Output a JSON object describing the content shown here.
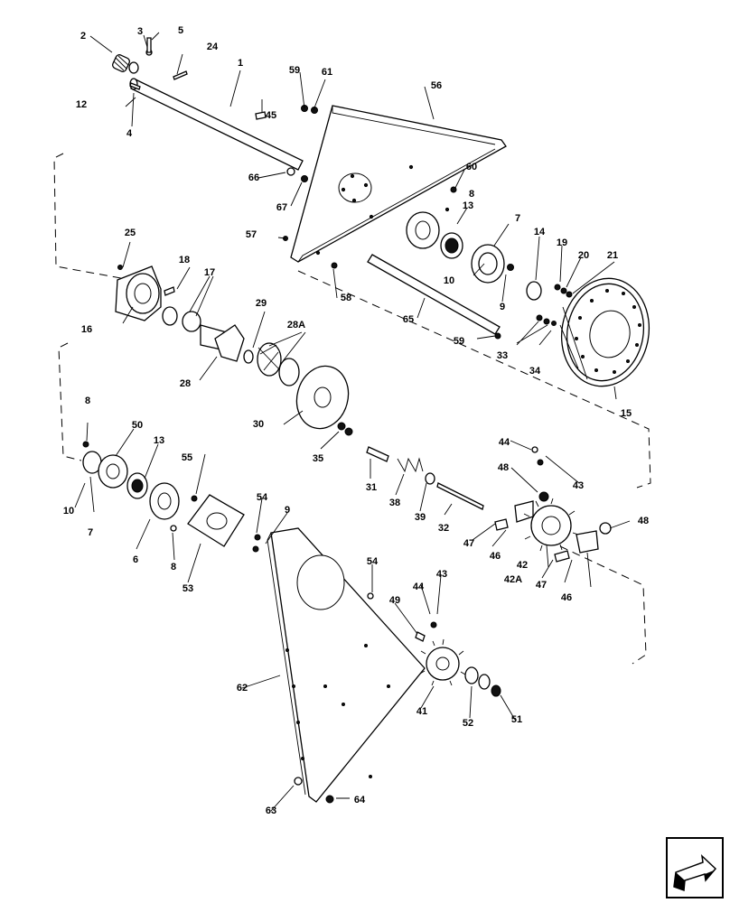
{
  "callouts": [
    "1",
    "2",
    "3",
    "4",
    "5",
    "6",
    "7",
    "8",
    "9",
    "10",
    "12",
    "13",
    "14",
    "15",
    "16",
    "17",
    "18",
    "19",
    "20",
    "21",
    "24",
    "25",
    "28",
    "28A",
    "29",
    "30",
    "31",
    "32",
    "33",
    "34",
    "35",
    "38",
    "39",
    "41",
    "42",
    "42A",
    "43",
    "44",
    "45",
    "46",
    "47",
    "48",
    "49",
    "50",
    "51",
    "52",
    "53",
    "54",
    "55",
    "56",
    "57",
    "58",
    "59",
    "60",
    "61",
    "62",
    "63",
    "64",
    "65",
    "66",
    "67"
  ],
  "nav_icon": "next-page-arrow-icon"
}
